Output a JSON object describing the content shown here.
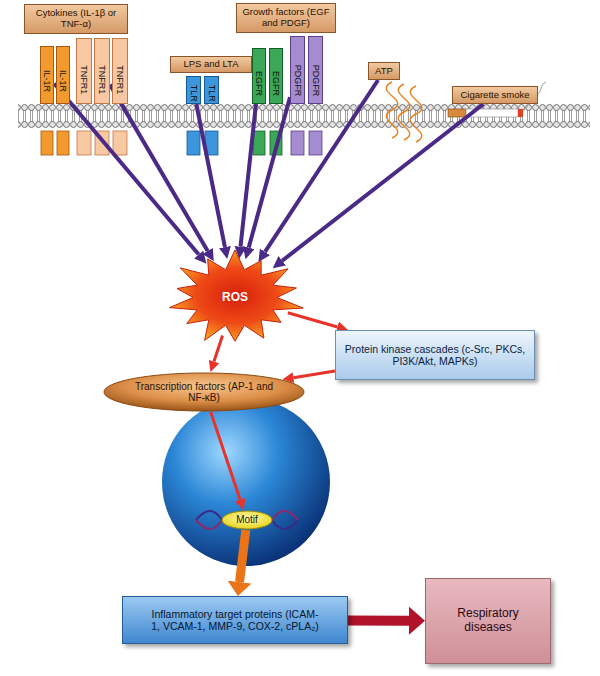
{
  "diagram": {
    "nodes": [
      {
        "text": [
          "Cytokines (IL-1β or TNF-α)"
        ]
      },
      {
        "text": [
          "IL-1R"
        ]
      },
      {
        "text": [
          "IL-1R"
        ]
      },
      {
        "text": [
          "TNFR1"
        ]
      },
      {
        "text": [
          "TNFR1"
        ]
      },
      {
        "text": [
          "TNFR1"
        ]
      },
      {
        "text": [
          "LPS and LTA"
        ]
      },
      {
        "text": [
          "TLR"
        ]
      },
      {
        "text": [
          "TLR"
        ]
      },
      {
        "text": [
          "Growth factors (EGF and PDGF)"
        ]
      },
      {
        "text": [
          "EGFR"
        ]
      },
      {
        "text": [
          "EGFR"
        ]
      },
      {
        "text": [
          "PDGFR"
        ]
      },
      {
        "text": [
          "PDGFR"
        ]
      },
      {
        "text": [
          "ATP"
        ]
      },
      {
        "text": [
          "Cigarette smoke"
        ]
      },
      {
        "text": [
          "ROS"
        ]
      },
      {
        "text": [
          "Protein kinase cascades (c-Src, PKCs, PI3K/Akt, MAPKs)"
        ]
      },
      {
        "text": [
          "Transcription factors (AP-1 and NF-κB)"
        ]
      },
      {
        "text": [
          "Motif"
        ]
      },
      {
        "text": [
          "Inflammatory target proteins (ICAM-1, VCAM-1, MMP-9, COX-2, cPLA₂)"
        ]
      },
      {
        "text": [
          "Respiratory diseases"
        ]
      }
    ],
    "edges": [
      {
        "from": 1,
        "to": 16,
        "arrow": "to"
      },
      {
        "from": 4,
        "to": 16,
        "arrow": "to"
      },
      {
        "from": 7,
        "to": 16,
        "arrow": "to"
      },
      {
        "from": 10,
        "to": 16,
        "arrow": "to"
      },
      {
        "from": 12,
        "to": 16,
        "arrow": "to"
      },
      {
        "from": 14,
        "to": 16,
        "arrow": "to"
      },
      {
        "from": 15,
        "to": 16,
        "arrow": "to"
      },
      {
        "from": 16,
        "to": 17,
        "arrow": "to"
      },
      {
        "from": 16,
        "to": 18,
        "arrow": "to"
      },
      {
        "from": 17,
        "to": 18,
        "arrow": "to"
      },
      {
        "from": 18,
        "to": 19,
        "arrow": "to"
      },
      {
        "from": 19,
        "to": 20,
        "arrow": "to"
      },
      {
        "from": 20,
        "to": 21,
        "arrow": "to"
      }
    ]
  }
}
